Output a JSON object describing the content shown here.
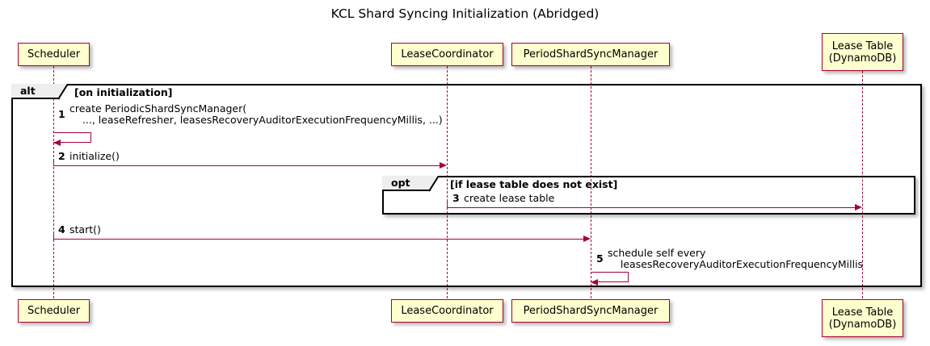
{
  "diagram": {
    "kind": "uml-sequence-diagram",
    "title": "KCL Shard Syncing Initialization (Abridged)",
    "colors": {
      "participant_fill": "#FEFECE",
      "participant_border": "#A80036",
      "arrow": "#A80036",
      "fragment_border": "#000000",
      "fragment_tab_fill": "#EEEEEE",
      "background": "#FFFFFF"
    }
  },
  "participants": [
    {
      "id": "scheduler",
      "label": "Scheduler"
    },
    {
      "id": "leasecoordinator",
      "label": "LeaseCoordinator"
    },
    {
      "id": "periodshardsyncmanager",
      "label": "PeriodShardSyncManager"
    },
    {
      "id": "leasetable",
      "label": "Lease Table\n(DynamoDB)"
    }
  ],
  "fragments": [
    {
      "id": "alt",
      "operator": "alt",
      "guard": "[on initialization]"
    },
    {
      "id": "opt",
      "operator": "opt",
      "guard": "[if lease table does not exist]"
    }
  ],
  "messages": [
    {
      "number": "1",
      "from": "scheduler",
      "to": "scheduler",
      "kind": "self",
      "text": "create PeriodicShardSyncManager(\n    ..., leaseRefresher, leasesRecoveryAuditorExecutionFrequencyMillis, ...)"
    },
    {
      "number": "2",
      "from": "scheduler",
      "to": "leasecoordinator",
      "kind": "sync",
      "text": "initialize()"
    },
    {
      "number": "3",
      "from": "leasecoordinator",
      "to": "leasetable",
      "kind": "sync",
      "text": "create lease table"
    },
    {
      "number": "4",
      "from": "scheduler",
      "to": "periodshardsyncmanager",
      "kind": "sync",
      "text": "start()"
    },
    {
      "number": "5",
      "from": "periodshardsyncmanager",
      "to": "periodshardsyncmanager",
      "kind": "self",
      "text": "schedule self every\n    leasesRecoveryAuditorExecutionFrequencyMillis"
    }
  ]
}
